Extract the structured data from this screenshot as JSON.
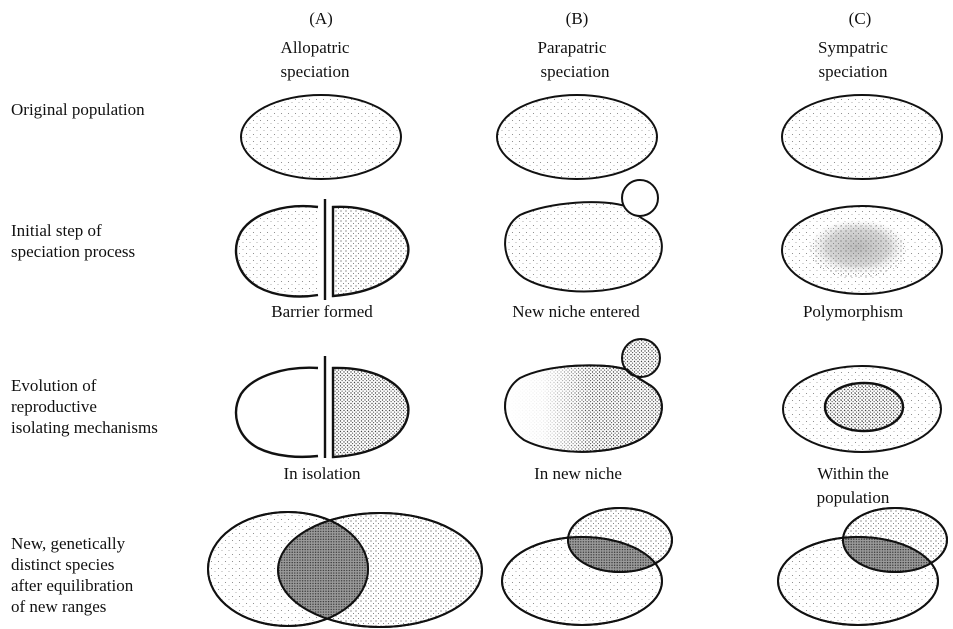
{
  "columns": [
    {
      "id": "allopatric",
      "letter": "(A)",
      "title_line1": "Allopatric",
      "title_line2": "speciation"
    },
    {
      "id": "parapatric",
      "letter": "(B)",
      "title_line1": "Parapatric",
      "title_line2": "speciation"
    },
    {
      "id": "sympatric",
      "letter": "(C)",
      "title_line1": "Sympatric",
      "title_line2": "speciation"
    }
  ],
  "rows": [
    {
      "id": "original",
      "label": "Original population"
    },
    {
      "id": "initial",
      "label": "Initial step of\nspeciation process"
    },
    {
      "id": "evolution",
      "label": "Evolution of\nreproductive\nisolating mechanisms"
    },
    {
      "id": "new-species",
      "label": "New, genetically\ndistinct species\nafter equilibration\nof new ranges"
    }
  ],
  "captions": {
    "initial": {
      "allopatric": "Barrier formed",
      "parapatric": "New niche entered",
      "sympatric": "Polymorphism"
    },
    "evolution": {
      "allopatric": "In isolation",
      "parapatric": "In new niche",
      "sympatric_line1": "Within the",
      "sympatric_line2": "population"
    }
  }
}
